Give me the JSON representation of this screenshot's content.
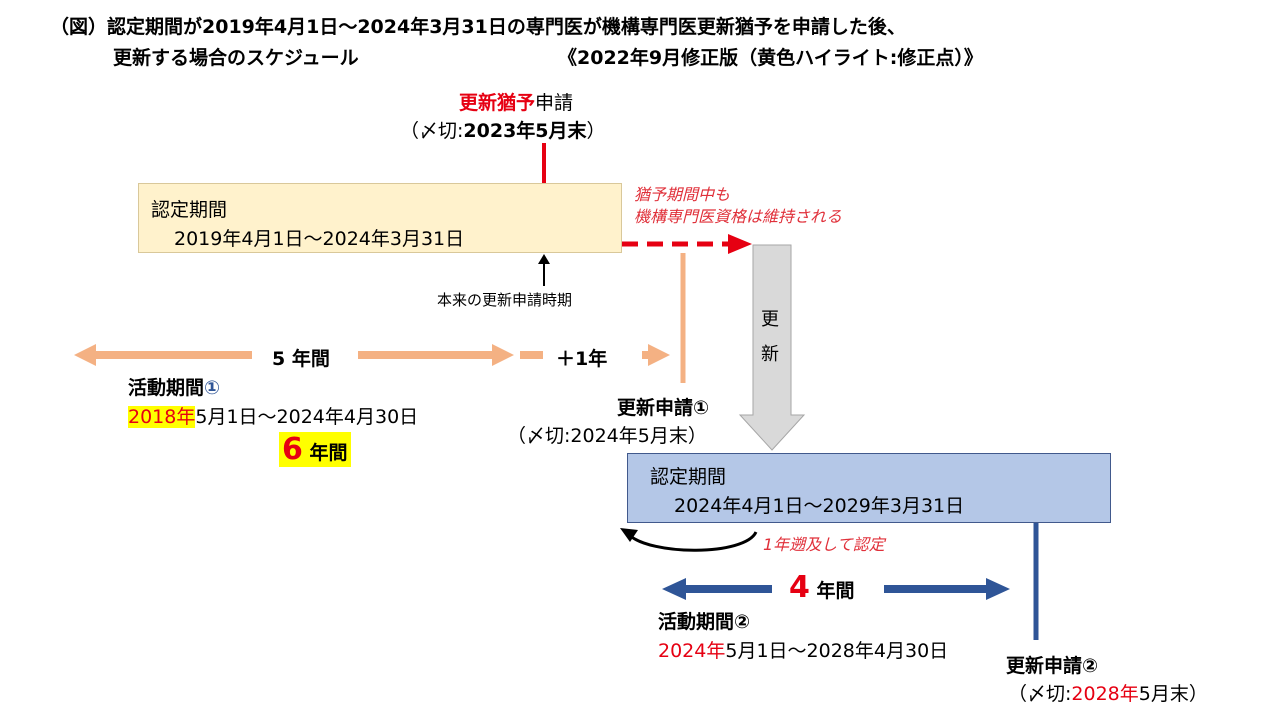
{
  "title": {
    "line1": "（図）認定期間が2019年4月1日～2024年3月31日の専門医が機構専門医更新猶予を申請した後、",
    "line2a": "更新する場合のスケジュール",
    "line2b": "《2022年9月修正版（黄色ハイライト:修正点）》"
  },
  "grace_request": {
    "label_red": "更新猶予",
    "label_black": "申請",
    "deadline_prefix": "（〆切:",
    "deadline_bold": "2023年5月末",
    "deadline_suffix": "）"
  },
  "period1": {
    "label": "認定期間",
    "range": "2019年4月1日～2024年3月31日"
  },
  "note_grace": {
    "line1": "猶予期間中も",
    "line2": "機構専門医資格は維持される"
  },
  "original_timing": "本来の更新申請時期",
  "renew_arrow_label": [
    "更",
    "新"
  ],
  "five_years": "5 年間",
  "plus_one": "＋1年",
  "activity1": {
    "label": "活動期間",
    "circle": "①",
    "start_hl": "2018年",
    "range_rest": "5月1日～2024年4月30日",
    "years_num": "6",
    "years_unit": " 年間"
  },
  "renew1": {
    "label": "更新申請①",
    "deadline": "（〆切:2024年5月末）"
  },
  "period2": {
    "label": "認定期間",
    "range": "2024年4月1日～2029年3月31日"
  },
  "retro_note": "1年遡及して認定",
  "four_years": {
    "num": "4",
    "unit": " 年間"
  },
  "activity2": {
    "label": "活動期間②",
    "start_red": "2024年",
    "range_rest": "5月1日～2028年4月30日"
  },
  "renew2": {
    "label": "更新申請②",
    "deadline_prefix": "（〆切:",
    "deadline_red": "2028年",
    "deadline_suffix": "5月末）"
  },
  "colors": {
    "red": "#e60012",
    "orange": "#f4b183",
    "navy": "#2f5597",
    "box1_fill": "#fff2cc",
    "box2_fill": "#b4c7e7",
    "grey_arrow": "#d9d9d9",
    "highlight": "#ffff00"
  }
}
